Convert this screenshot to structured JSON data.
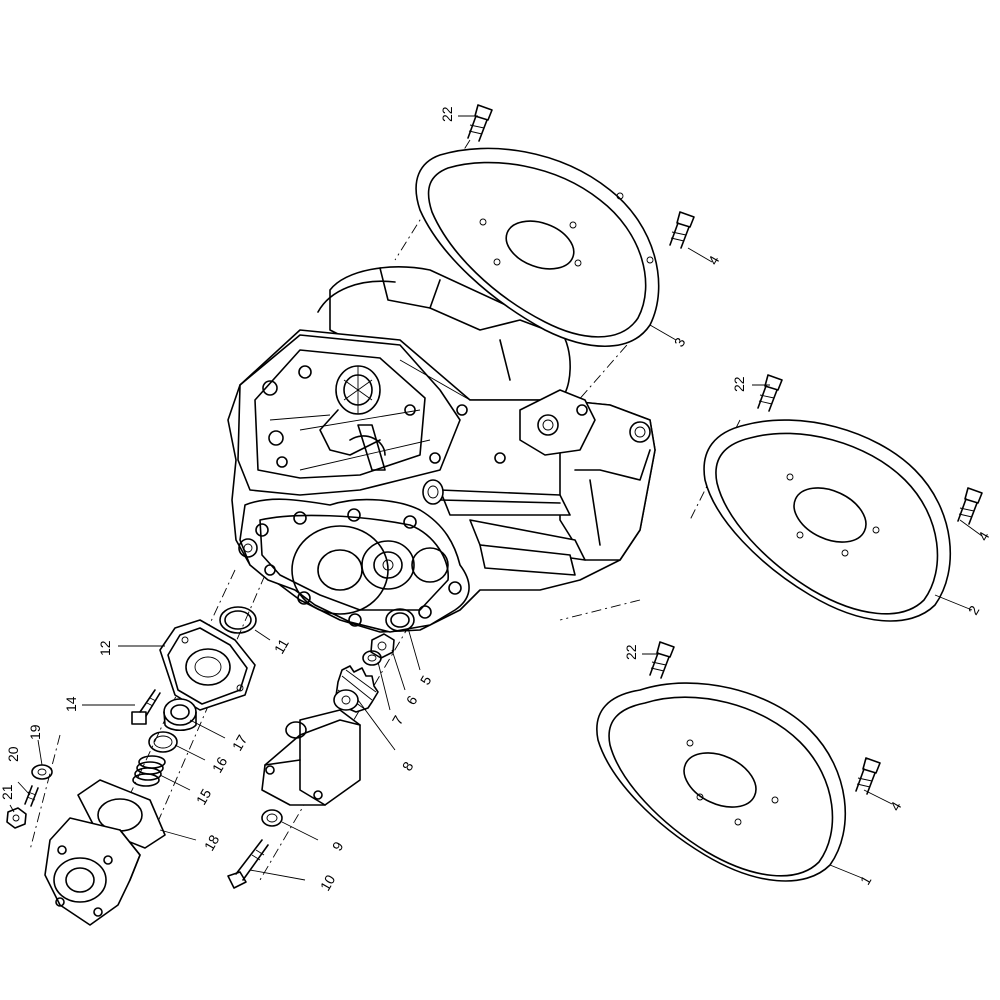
{
  "diagram": {
    "callouts": {
      "c22a": "22",
      "c4a": "4",
      "c3": "3",
      "c22b": "22",
      "c4b": "4",
      "c2": "2",
      "c22c": "22",
      "c4c": "4",
      "c1": "1",
      "c12": "12",
      "c11": "11",
      "c5": "5",
      "c6": "6",
      "c7": "7",
      "c8": "8",
      "c14": "14",
      "c17": "17",
      "c16": "16",
      "c15": "15",
      "c18": "18",
      "c19": "19",
      "c20": "20",
      "c21": "21",
      "c9": "9",
      "c10": "10"
    }
  }
}
